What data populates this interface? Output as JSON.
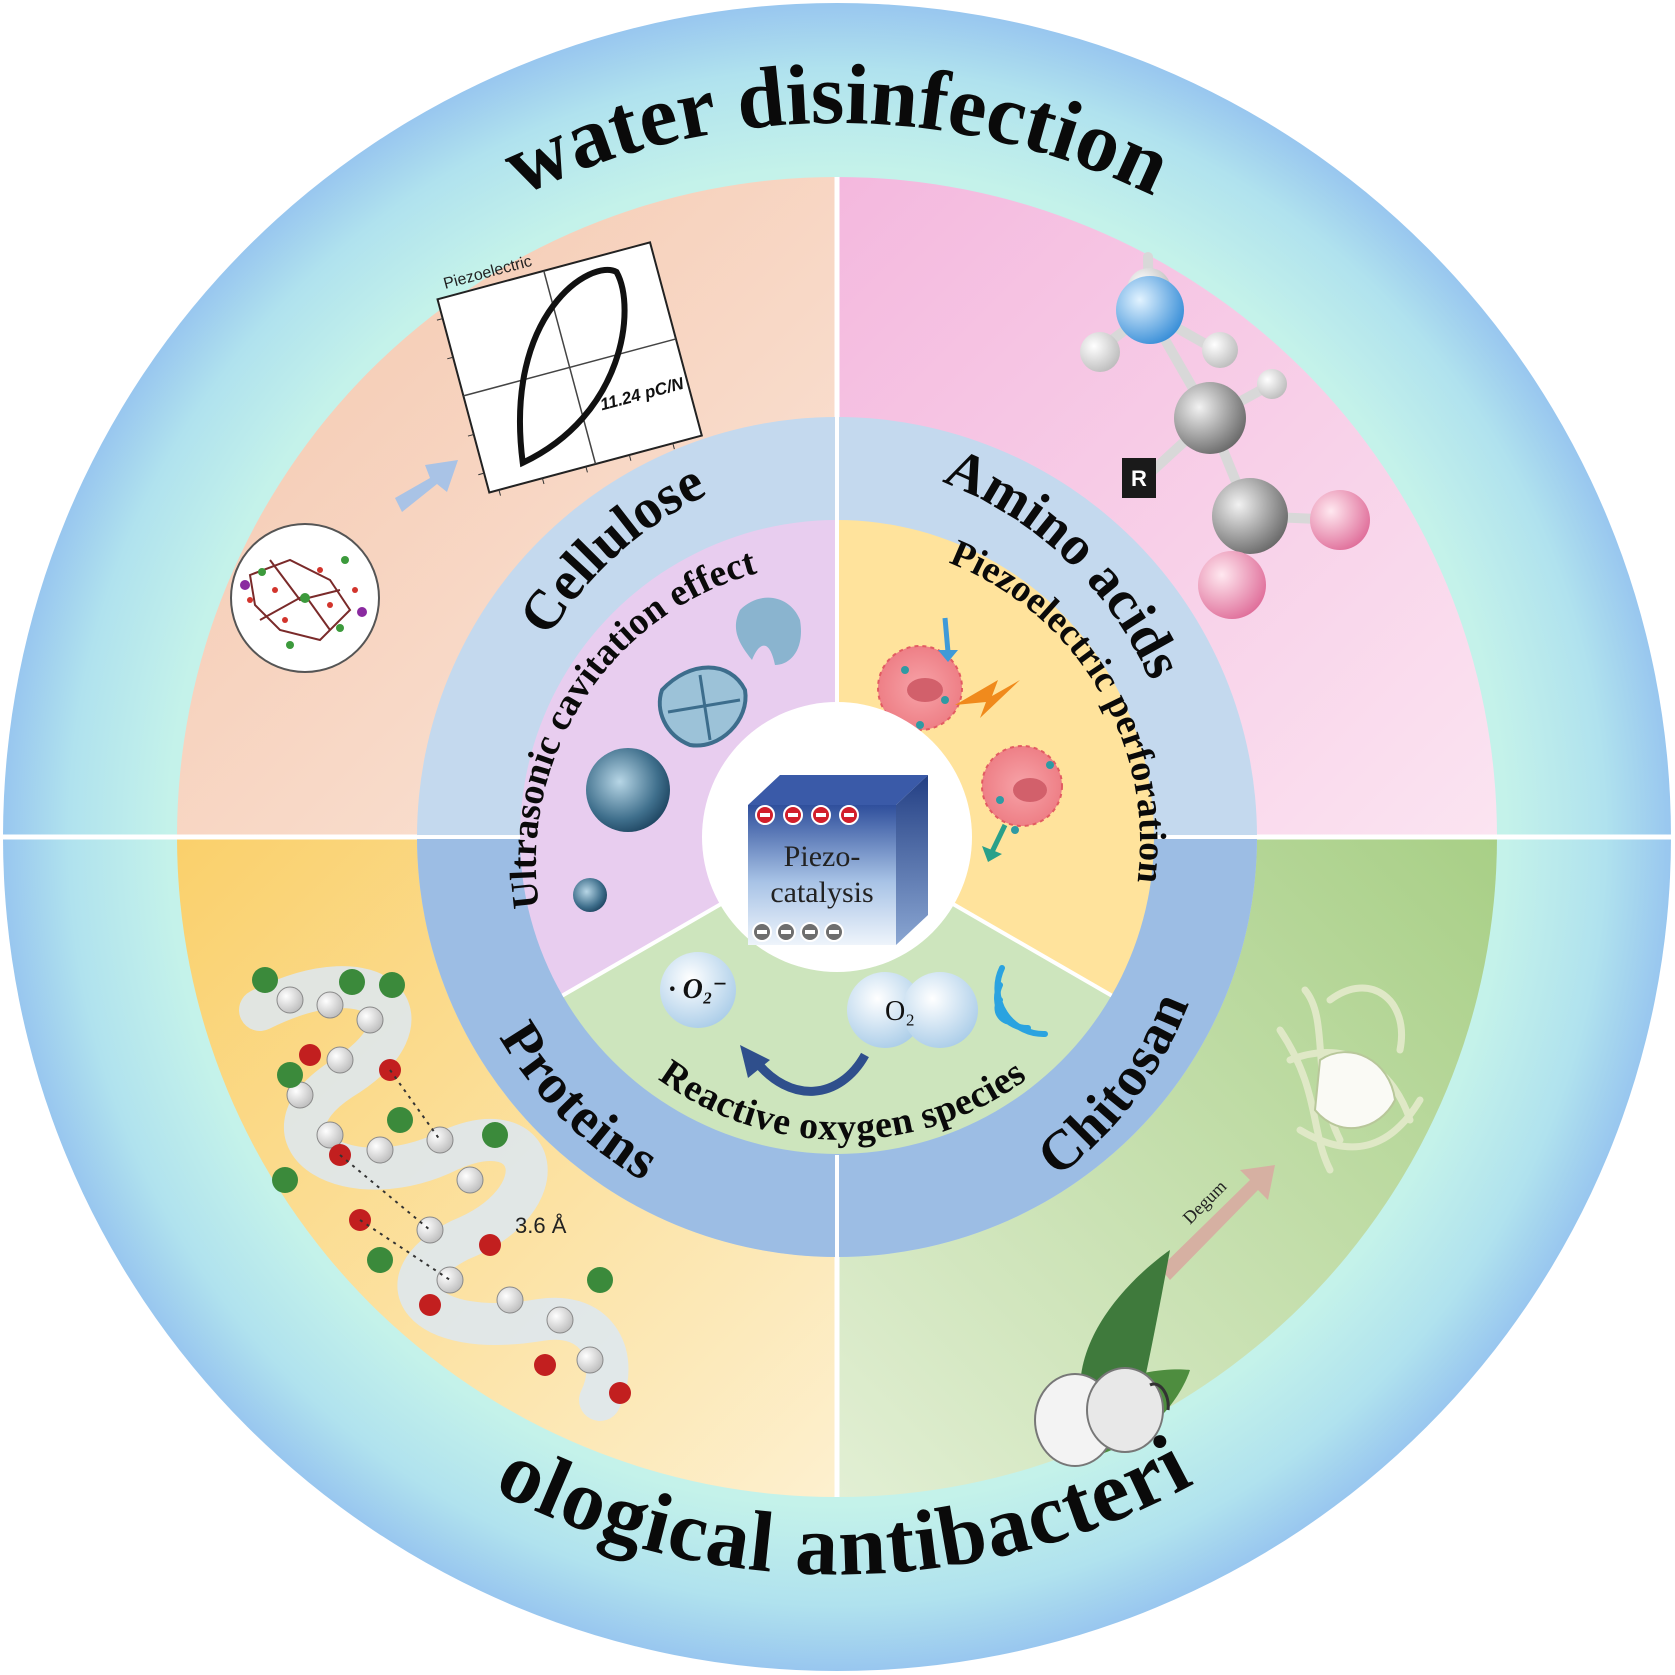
{
  "outer_ring": {
    "top_label": "water disinfection",
    "bottom_label": "Biological antibacterial"
  },
  "materials": {
    "cellulose": "Cellulose",
    "amino_acids": "Amino acids",
    "proteins": "Proteins",
    "chitosan": "Chitosan"
  },
  "mechanisms": {
    "ultrasonic": "Ultrasonic cavitation effect",
    "piezoelectric": "Piezoelectric perforation",
    "ros": "Reactive oxygen species"
  },
  "center": {
    "line1": "Piezo-",
    "line2": "catalysis"
  },
  "graph_inset": {
    "title": "Piezoelectric",
    "value": "11.24 pC/N"
  },
  "ros_species": {
    "superoxide": "· O₂⁻",
    "oxygen": "O₂"
  },
  "protein_inset": {
    "pitch": "3.6 Å"
  },
  "amino_inset": {
    "r_group": "R"
  },
  "chitosan_inset": {
    "arrow_label": "Degum"
  },
  "colors": {
    "outer_ring_edge": "#9ec8ef",
    "outer_ring_mid": "#b5ecea",
    "cellulose_bg": "#f6d2bc",
    "amino_bg": "#f6cde6",
    "proteins_bg": "#fbe6a8",
    "chitosan_bg": "#cde2b5",
    "inner_ring_top": "#c7dcef",
    "inner_ring_bottom": "#9dbde4",
    "ultrasonic_bg": "#e9d1f0",
    "piezo_bg": "#ffe6a2",
    "ros_bg": "#cfe6bf"
  }
}
